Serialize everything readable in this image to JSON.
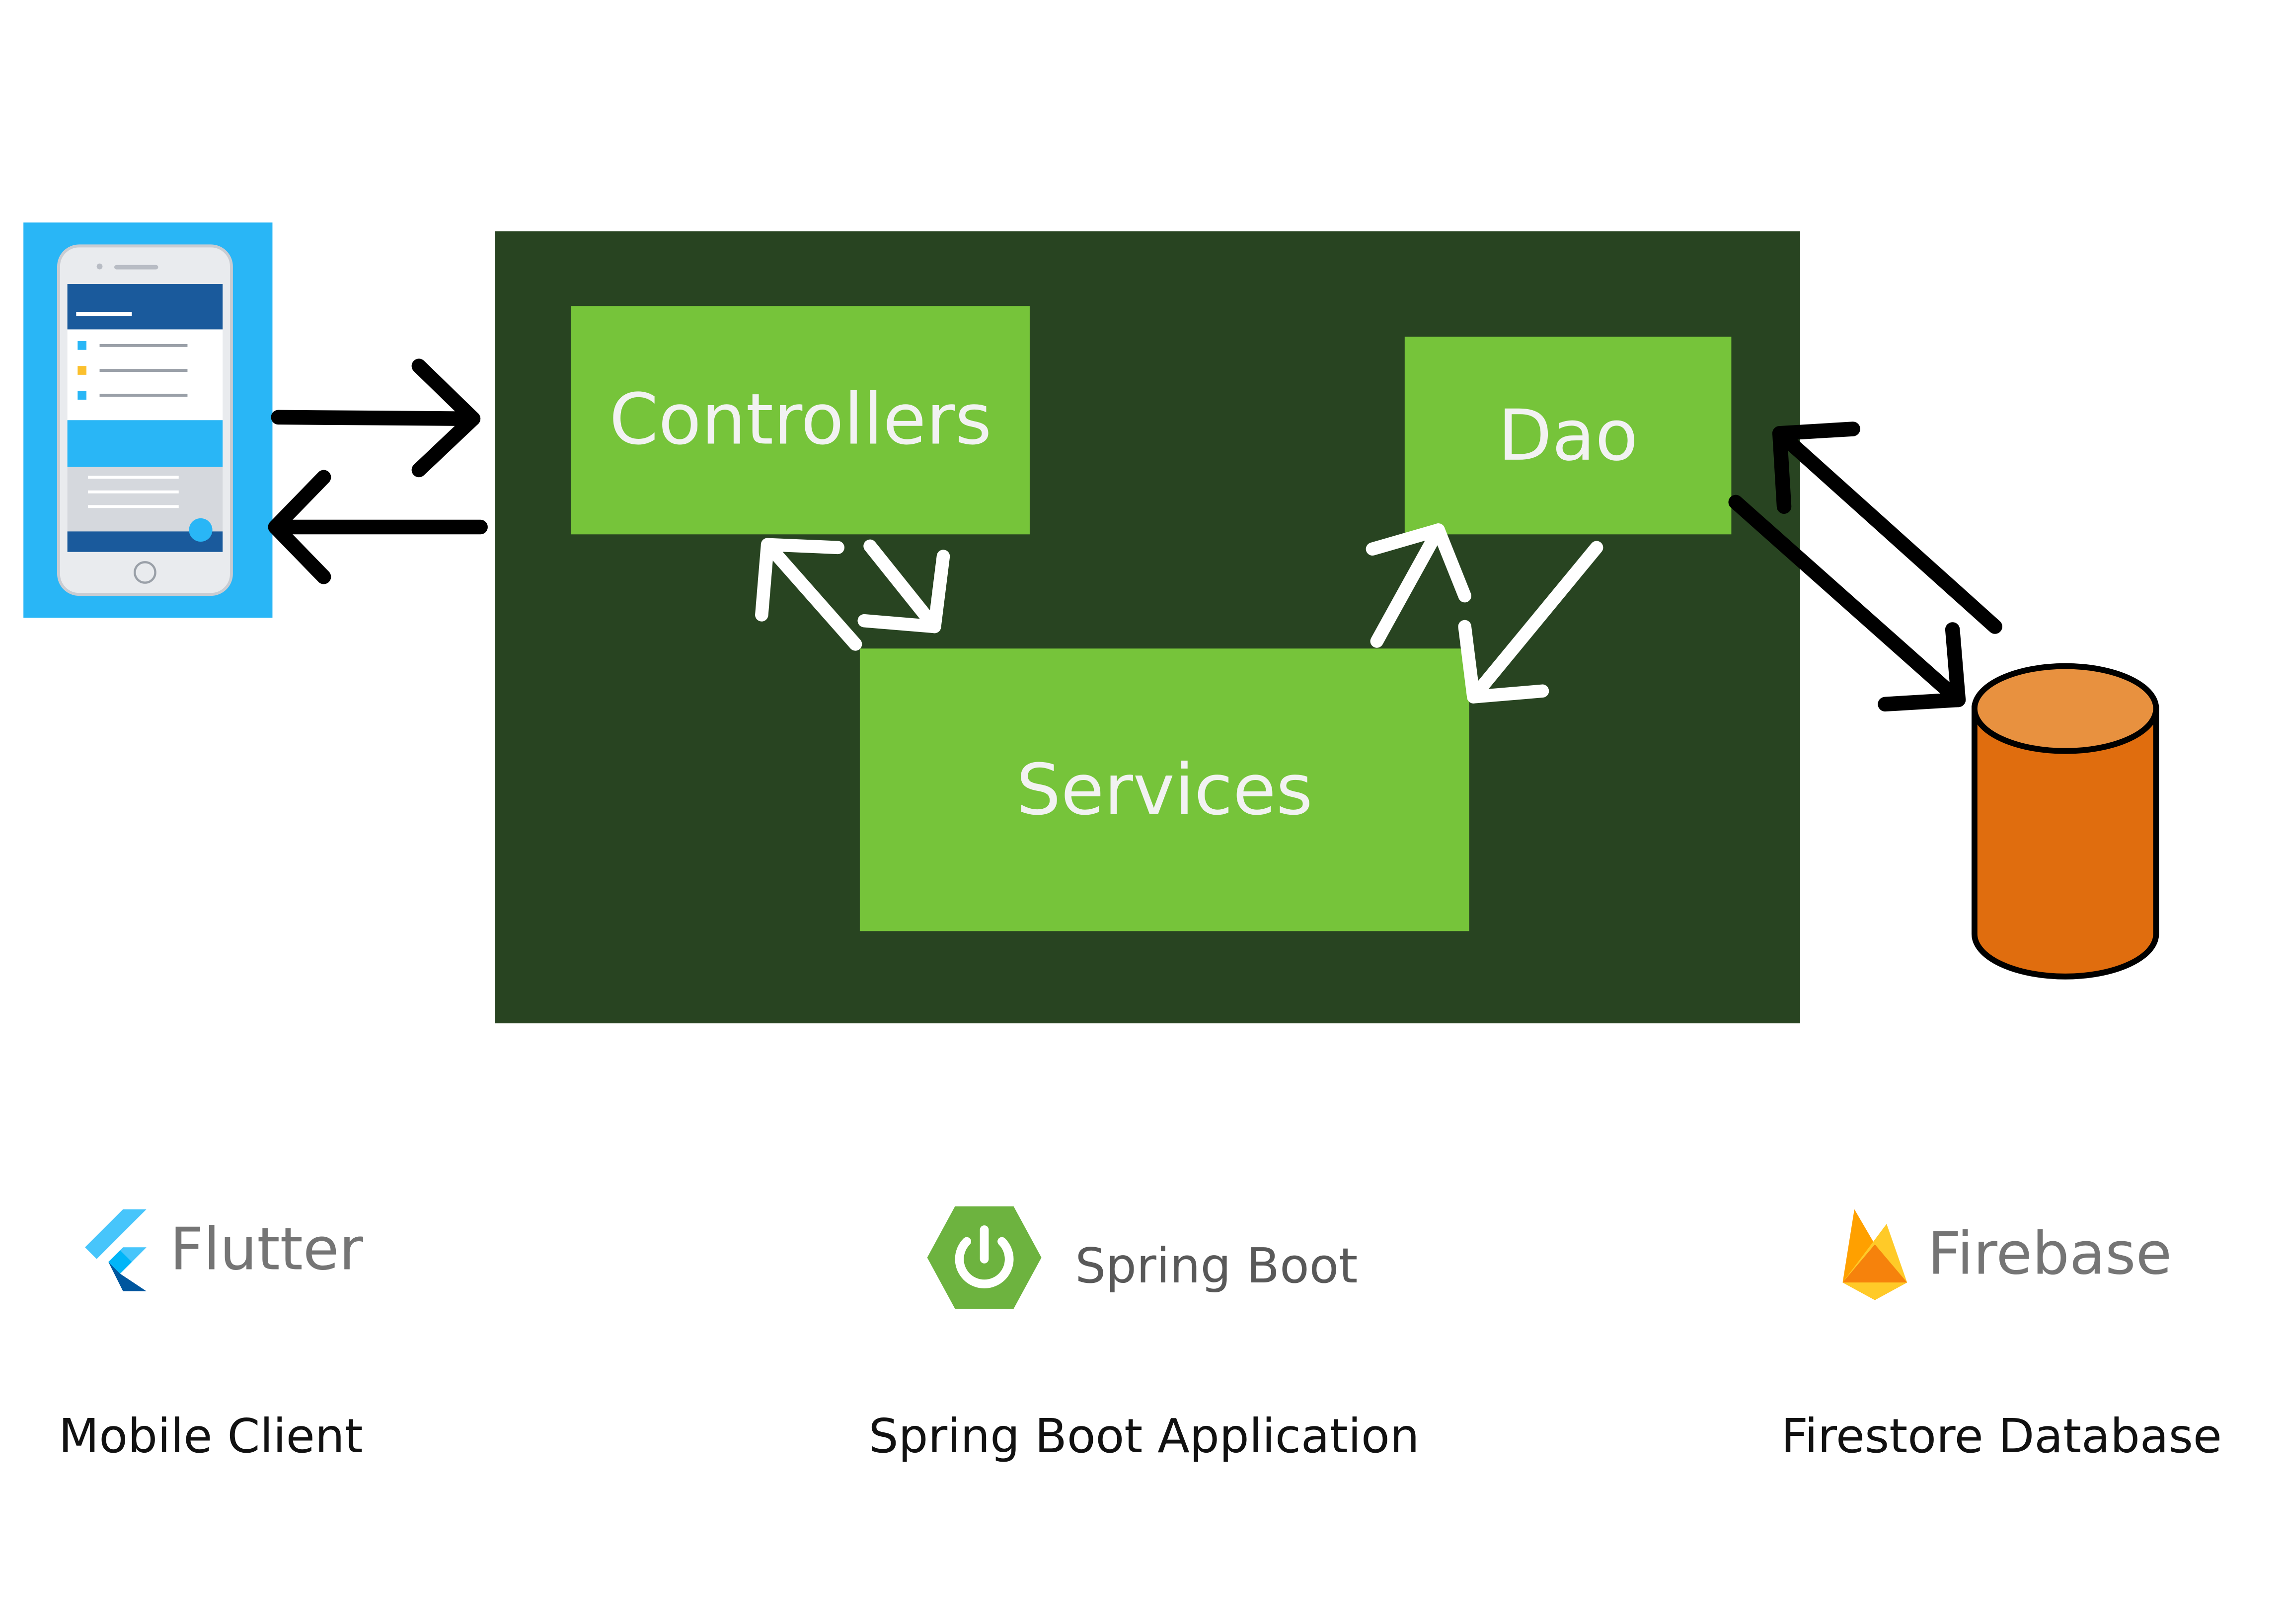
{
  "colors": {
    "phone_bg": "#29b6f6",
    "panel_bg": "#284421",
    "box_green": "#76c43a",
    "box_text": "#f2f2f2",
    "db_body": "#e06d0e",
    "db_top": "#e8913f",
    "black_arrows": "#000000",
    "white_arrows": "#ffffff"
  },
  "diagram": {
    "components": {
      "controllers": "Controllers",
      "dao": "Dao",
      "services": "Services"
    }
  },
  "logos": {
    "flutter": "Flutter",
    "spring_boot": "Spring Boot",
    "firebase": "Firebase"
  },
  "captions": {
    "mobile_client": "Mobile Client",
    "spring_boot_application": "Spring Boot Application",
    "firestore_database": "Firestore Database"
  },
  "icons": {
    "phone": "mobile-phone-icon",
    "database": "database-cylinder-icon",
    "flutter": "flutter-logo-icon",
    "spring": "spring-power-logo-icon",
    "firebase": "firebase-flame-logo-icon"
  }
}
